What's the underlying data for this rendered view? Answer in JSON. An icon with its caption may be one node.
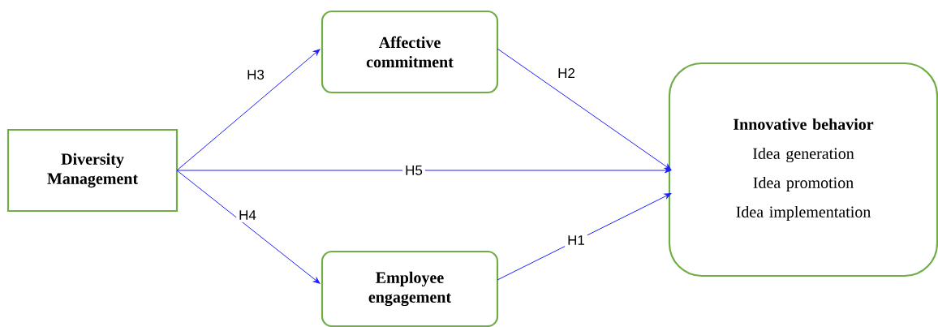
{
  "diagram": {
    "nodes": [
      {
        "text": [
          "Diversity Management"
        ]
      },
      {
        "text": [
          "Affective commitment"
        ]
      },
      {
        "text": [
          "Employee engagement"
        ]
      },
      {
        "text": [
          "Innovative behavior",
          "Idea generation",
          "Idea promotion",
          "Idea implementation"
        ]
      }
    ],
    "edges": [
      {
        "from": 0,
        "to": 1,
        "arrow": "to",
        "label": "H3"
      },
      {
        "from": 1,
        "to": 3,
        "arrow": "to",
        "label": "H2"
      },
      {
        "from": 0,
        "to": 3,
        "arrow": "to",
        "label": "H5"
      },
      {
        "from": 0,
        "to": 2,
        "arrow": "to",
        "label": "H4"
      },
      {
        "from": 2,
        "to": 3,
        "arrow": "to",
        "label": "H1"
      }
    ]
  }
}
